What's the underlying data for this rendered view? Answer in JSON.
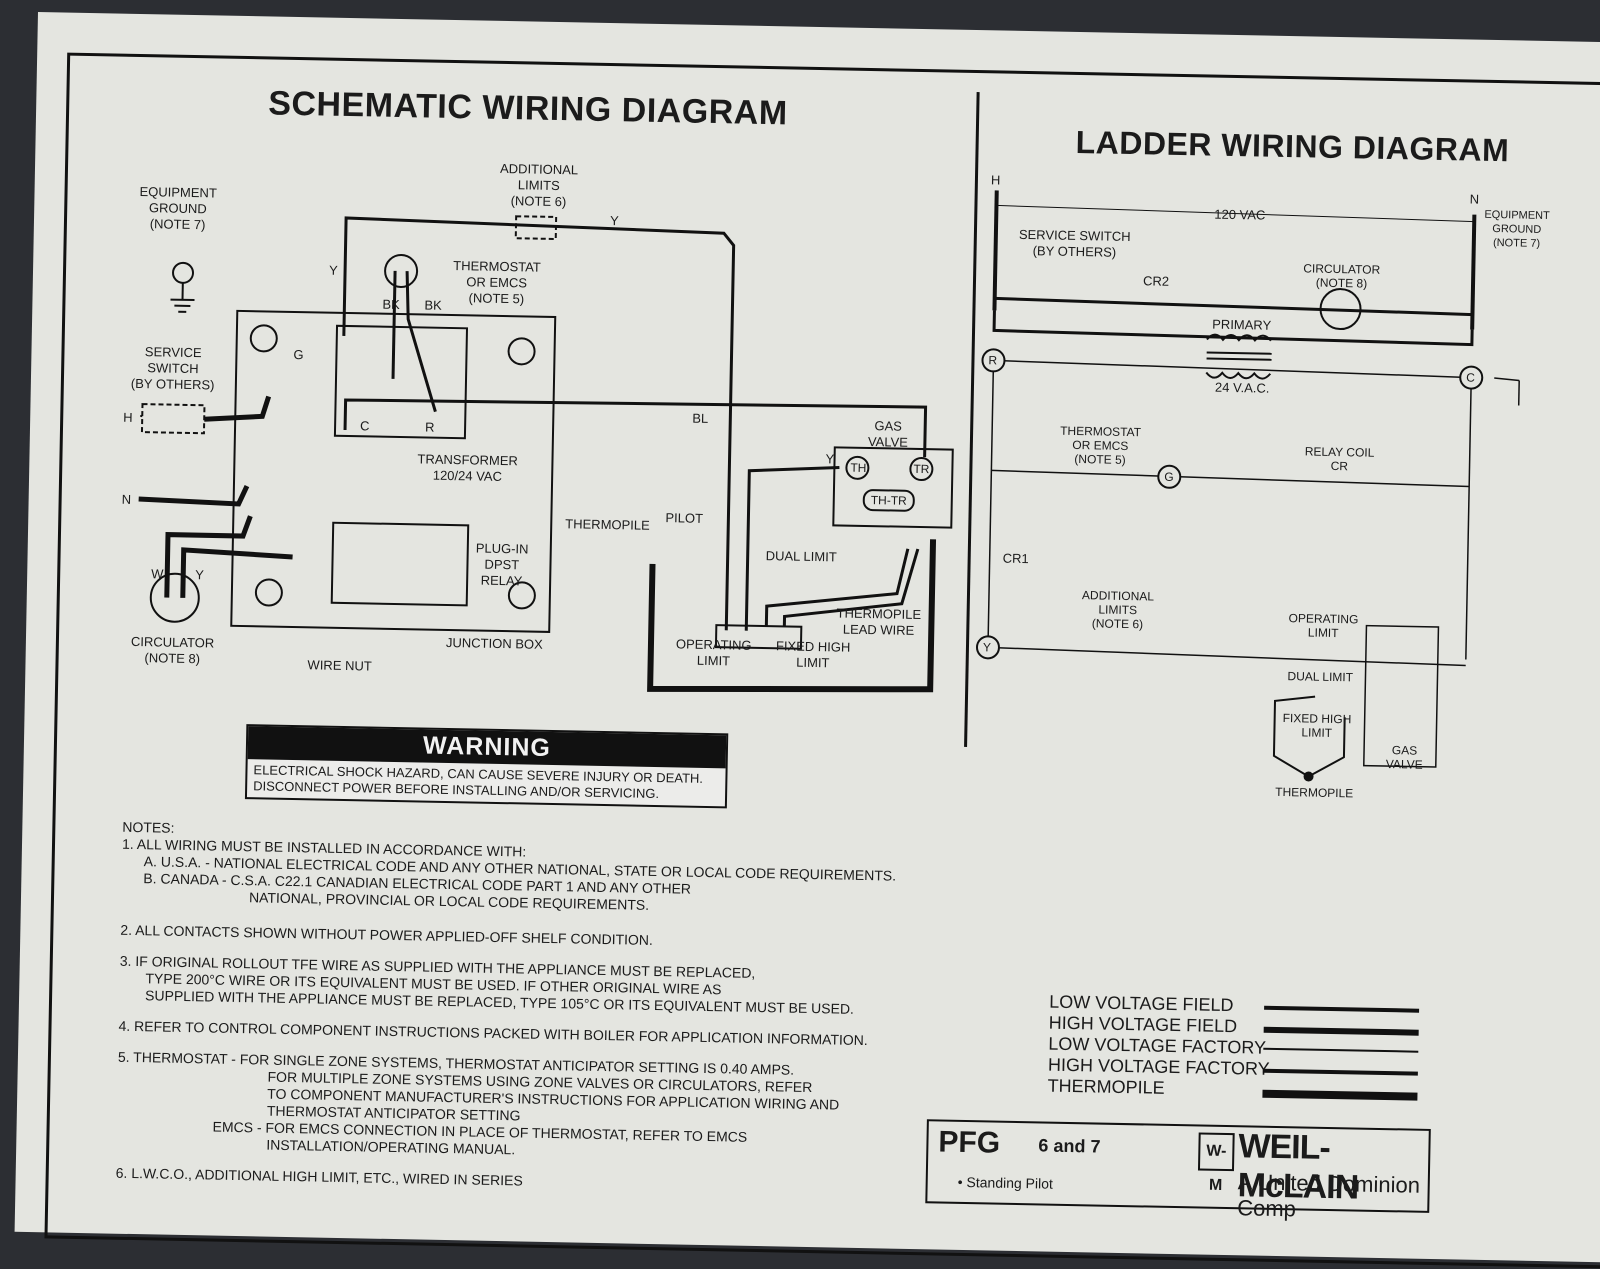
{
  "schematic": {
    "title": "SCHEMATIC WIRING DIAGRAM",
    "labels": {
      "equipment_ground": [
        "EQUIPMENT",
        "GROUND",
        "(NOTE 7)"
      ],
      "additional_limits": [
        "ADDITIONAL",
        "LIMITS",
        "(NOTE 6)"
      ],
      "thermostat": [
        "THERMOSTAT",
        "OR EMCS",
        "(NOTE 5)"
      ],
      "service_switch": [
        "SERVICE",
        "SWITCH",
        "(BY OTHERS)"
      ],
      "transformer": [
        "TRANSFORMER",
        "120/24 VAC"
      ],
      "gas_valve": [
        "GAS",
        "VALVE"
      ],
      "th": "TH",
      "tr": "TR",
      "th_tr": "TH-TR",
      "thermopile": "THERMOPILE",
      "pilot": "PILOT",
      "dual_limit": "DUAL LIMIT",
      "plugin_relay": [
        "PLUG-IN",
        "DPST",
        "RELAY"
      ],
      "thermopile_lead": [
        "THERMOPILE",
        "LEAD WIRE"
      ],
      "operating_limit": [
        "OPERATING",
        "LIMIT"
      ],
      "fixed_high_limit": [
        "FIXED HIGH",
        "LIMIT"
      ],
      "junction_box": "JUNCTION BOX",
      "circulator": [
        "CIRCULATOR",
        "(NOTE 8)"
      ],
      "wire_nut": "WIRE NUT",
      "h": "H",
      "n": "N",
      "w": "W",
      "y": "Y",
      "bk": "BK",
      "bl": "BL",
      "g": "G",
      "c": "C",
      "r": "R"
    }
  },
  "ladder": {
    "title": "LADDER WIRING DIAGRAM",
    "labels": {
      "h": "H",
      "n": "N",
      "vac": "120 VAC",
      "equipment_ground": [
        "EQUIPMENT",
        "GROUND",
        "(NOTE 7)"
      ],
      "service_switch": [
        "SERVICE SWITCH",
        "(BY OTHERS)"
      ],
      "cr2": "CR2",
      "circulator": [
        "CIRCULATOR",
        "(NOTE 8)"
      ],
      "primary": "PRIMARY",
      "vac24": "24 V.A.C.",
      "r": "R",
      "c": "C",
      "thermostat": [
        "THERMOSTAT",
        "OR EMCS",
        "(NOTE 5)"
      ],
      "g": "G",
      "relay_coil": [
        "RELAY COIL",
        "CR"
      ],
      "cr1": "CR1",
      "additional_limits": [
        "ADDITIONAL",
        "LIMITS",
        "(NOTE 6)"
      ],
      "y": "Y",
      "operating_limit": [
        "OPERATING",
        "LIMIT"
      ],
      "dual_limit": "DUAL LIMIT",
      "fixed_high_limit": [
        "FIXED HIGH",
        "LIMIT"
      ],
      "thermopile": "THERMOPILE",
      "gas_valve": [
        "GAS",
        "VALVE"
      ]
    }
  },
  "warning": {
    "heading": "WARNING",
    "line1": "ELECTRICAL SHOCK HAZARD, CAN CAUSE SEVERE INJURY OR DEATH.",
    "line2": "DISCONNECT POWER BEFORE INSTALLING AND/OR SERVICING."
  },
  "notes": {
    "heading": "NOTES:",
    "lines": [
      "1.  ALL WIRING MUST BE INSTALLED IN ACCORDANCE WITH:",
      "A.  U.S.A. - NATIONAL ELECTRICAL CODE AND ANY OTHER NATIONAL, STATE OR LOCAL CODE REQUIREMENTS.",
      "B.  CANADA - C.S.A. C22.1 CANADIAN ELECTRICAL CODE PART 1 AND ANY OTHER",
      "NATIONAL, PROVINCIAL OR LOCAL CODE REQUIREMENTS.",
      "2.  ALL CONTACTS SHOWN WITHOUT POWER APPLIED-OFF SHELF CONDITION.",
      "3.  IF ORIGINAL ROLLOUT TFE WIRE AS SUPPLIED WITH THE APPLIANCE MUST BE REPLACED,",
      "TYPE 200°C WIRE OR ITS EQUIVALENT MUST BE USED. IF OTHER ORIGINAL WIRE AS",
      "SUPPLIED WITH THE APPLIANCE MUST BE REPLACED, TYPE 105°C OR ITS EQUIVALENT MUST BE USED.",
      "4.  REFER TO CONTROL COMPONENT INSTRUCTIONS PACKED WITH BOILER FOR APPLICATION INFORMATION.",
      "5.  THERMOSTAT - FOR SINGLE ZONE SYSTEMS, THERMOSTAT ANTICIPATOR SETTING IS 0.40 AMPS.",
      "FOR MULTIPLE ZONE SYSTEMS USING ZONE VALVES OR CIRCULATORS, REFER",
      "TO COMPONENT MANUFACTURER'S INSTRUCTIONS FOR APPLICATION WIRING AND",
      "THERMOSTAT ANTICIPATOR SETTING",
      "EMCS - FOR EMCS CONNECTION IN PLACE OF THERMOSTAT, REFER TO EMCS",
      "INSTALLATION/OPERATING MANUAL.",
      "6.  L.W.C.O., ADDITIONAL HIGH LIMIT, ETC., WIRED IN SERIES"
    ]
  },
  "legend": [
    {
      "label": "LOW VOLTAGE FIELD",
      "weight": 4
    },
    {
      "label": "HIGH VOLTAGE FIELD",
      "weight": 6
    },
    {
      "label": "LOW VOLTAGE FACTORY",
      "weight": 2
    },
    {
      "label": "HIGH VOLTAGE FACTORY",
      "weight": 4
    },
    {
      "label": "THERMOPILE",
      "weight": 8
    }
  ],
  "title_block": {
    "model": "PFG",
    "sizes": "6 and 7",
    "sub": "• Standing Pilot",
    "logo": "W-M",
    "brand": "WEIL-McLAIN",
    "brand_sub": "A United Dominion Comp"
  }
}
